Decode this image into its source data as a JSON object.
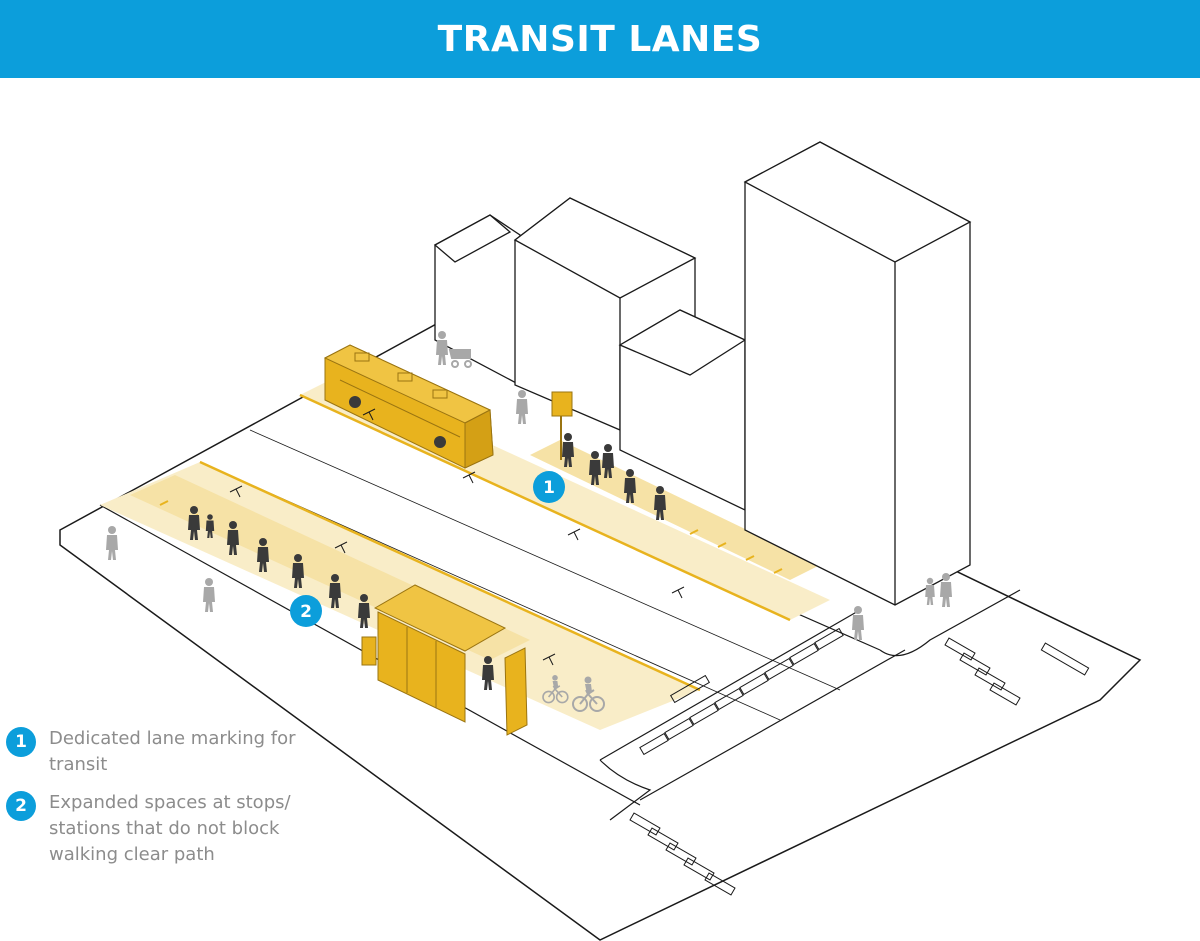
{
  "header": {
    "title": "TRANSIT LANES"
  },
  "callouts": [
    {
      "number": "1"
    },
    {
      "number": "2"
    }
  ],
  "legend": [
    {
      "number": "1",
      "text": "Dedicated lane marking for transit"
    },
    {
      "number": "2",
      "text": "Expanded spaces at stops/ stations that do not block walking clear path"
    }
  ],
  "colors": {
    "header_blue": "#0c9edb",
    "transit_yellow": "#e8b31e",
    "lane_tint": "#f9edc8",
    "stop_tint": "#f6e2a6",
    "pedestrian_dark": "#3a3a3a",
    "pedestrian_light": "#a8a8a8",
    "legend_text": "#8c8c8c"
  },
  "icons": [
    "bus-icon",
    "bus-shelter-icon",
    "bus-stop-sign-icon",
    "pedestrian-icon",
    "cyclist-icon",
    "stroller-icon",
    "trash-bin-icon",
    "info-kiosk-icon"
  ]
}
